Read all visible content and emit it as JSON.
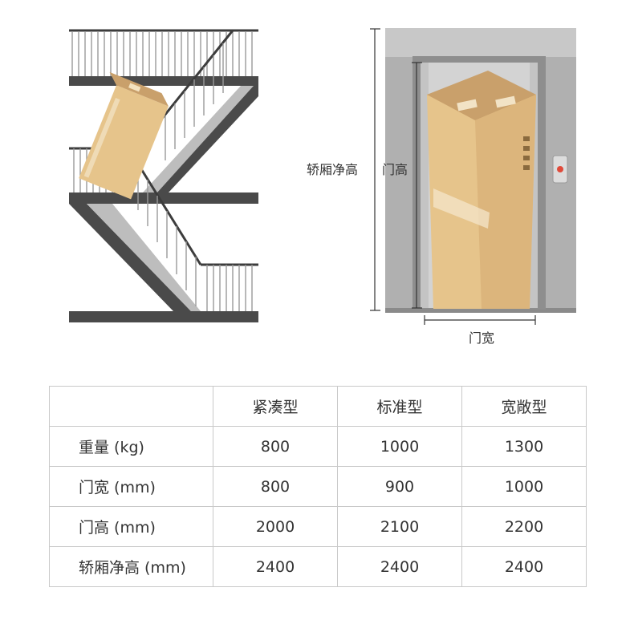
{
  "elevator_labels": {
    "cabin_height": "轿厢净高",
    "door_height": "门高",
    "door_width": "门宽"
  },
  "spec_table": {
    "columns": [
      "",
      "紧凑型",
      "标准型",
      "宽敞型"
    ],
    "rows": [
      {
        "label": "重量 (kg)",
        "values": [
          "800",
          "1000",
          "1300"
        ]
      },
      {
        "label": "门宽 (mm)",
        "values": [
          "800",
          "900",
          "1000"
        ]
      },
      {
        "label": "门高 (mm)",
        "values": [
          "2000",
          "2100",
          "2200"
        ]
      },
      {
        "label": "轿厢净高 (mm)",
        "values": [
          "2400",
          "2400",
          "2400"
        ]
      }
    ]
  },
  "colors": {
    "stair_dark": "#4a4a4a",
    "stair_light": "#bdbdbd",
    "box": "#e6c48b",
    "box_dark": "#c9a06b",
    "elevator_frame": "#9e9e9e",
    "elevator_inner": "#b8b8b8",
    "call_button": "#e04a3a"
  }
}
